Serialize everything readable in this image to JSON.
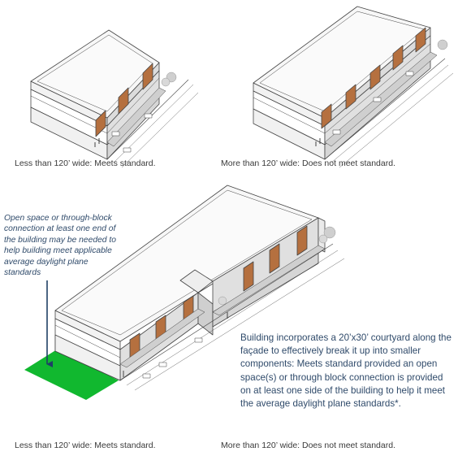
{
  "figure": {
    "panels": [
      {
        "caption": "Less than 120’ wide: Meets standard."
      },
      {
        "caption": "More than 120’ wide: Does not meet standard."
      },
      {
        "caption": "Less than 120’ wide: Meets standard."
      },
      {
        "caption": "More than 120’ wide: Does not meet standard."
      }
    ],
    "note_left": "Open space or through-block connection at least one end of the building may be needed to help building meet applicable average daylight plane standards",
    "note_right": "Building incorporates a 20’x30’ courtyard along the façade to effectively break it up into smaller components: Meets standard provided an open space(s) or through block connection is provided on at least one side of the building to help it meet the average daylight plane standards*."
  },
  "colors": {
    "roof": "#f7f7f7",
    "wall_front": "#ffffff",
    "wall_side": "#e2e2e2",
    "window": "#b5703f",
    "outline": "#444444",
    "open_space": "#11b82f",
    "arrow": "#1f3f66"
  }
}
